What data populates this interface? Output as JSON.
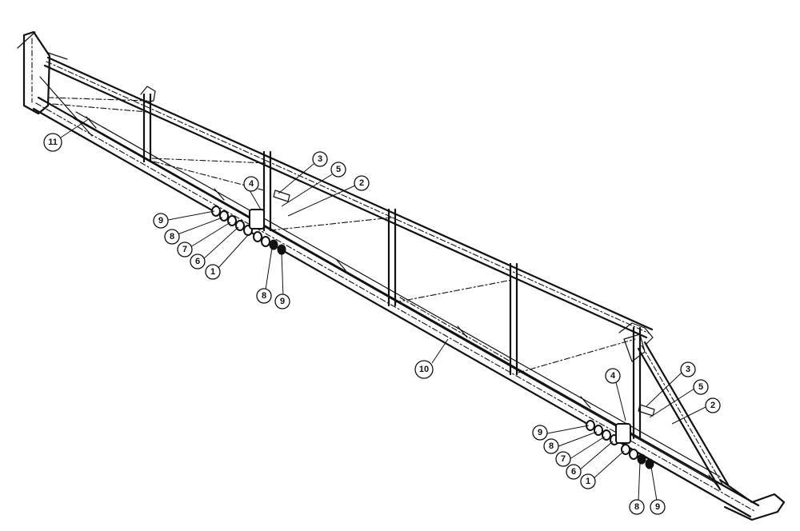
{
  "diagram": {
    "callouts": [
      {
        "id": "c-11",
        "label": "11"
      },
      {
        "id": "c-3a",
        "label": "3"
      },
      {
        "id": "c-5a",
        "label": "5"
      },
      {
        "id": "c-2a",
        "label": "2"
      },
      {
        "id": "c-4a",
        "label": "4"
      },
      {
        "id": "c-9a",
        "label": "9"
      },
      {
        "id": "c-8a",
        "label": "8"
      },
      {
        "id": "c-7a",
        "label": "7"
      },
      {
        "id": "c-6a",
        "label": "6"
      },
      {
        "id": "c-1a",
        "label": "1"
      },
      {
        "id": "c-8b",
        "label": "8"
      },
      {
        "id": "c-9b",
        "label": "9"
      },
      {
        "id": "c-10",
        "label": "10"
      },
      {
        "id": "c-4b",
        "label": "4"
      },
      {
        "id": "c-3b",
        "label": "3"
      },
      {
        "id": "c-5b",
        "label": "5"
      },
      {
        "id": "c-2b",
        "label": "2"
      },
      {
        "id": "c-9c",
        "label": "9"
      },
      {
        "id": "c-8c",
        "label": "8"
      },
      {
        "id": "c-7b",
        "label": "7"
      },
      {
        "id": "c-6b",
        "label": "6"
      },
      {
        "id": "c-1b",
        "label": "1"
      },
      {
        "id": "c-8d",
        "label": "8"
      },
      {
        "id": "c-9d",
        "label": "9"
      }
    ]
  }
}
